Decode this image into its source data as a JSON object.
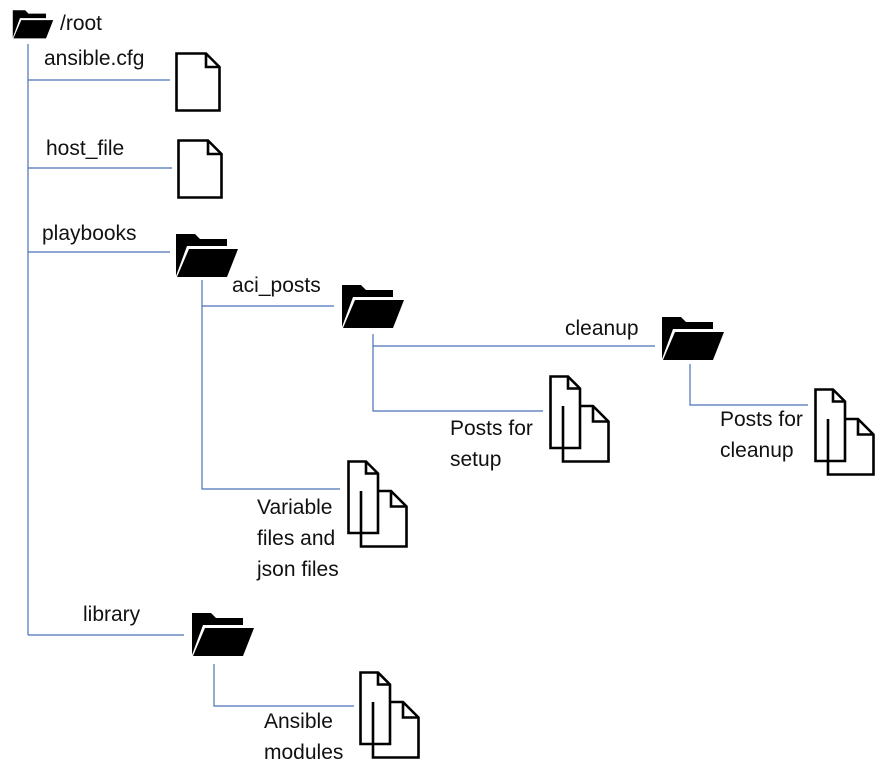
{
  "root": {
    "label": "/root",
    "icon": "folder-open-icon"
  },
  "items": {
    "ansible_cfg": {
      "label": "ansible.cfg",
      "icon": "file-icon"
    },
    "host_file": {
      "label": "host_file",
      "icon": "file-icon"
    },
    "playbooks": {
      "label": "playbooks",
      "icon": "folder-open-icon"
    },
    "aci_posts": {
      "label": "aci_posts",
      "icon": "folder-open-icon"
    },
    "cleanup": {
      "label": "cleanup",
      "icon": "folder-open-icon"
    },
    "posts_for_setup": {
      "label": "Posts for\nsetup",
      "icon": "multiple-files-icon"
    },
    "posts_for_cleanup": {
      "label": "Posts for\ncleanup",
      "icon": "multiple-files-icon"
    },
    "variable_files": {
      "label": "Variable\nfiles and\njson files",
      "icon": "multiple-files-icon"
    },
    "library": {
      "label": "library",
      "icon": "folder-open-icon"
    },
    "ansible_modules": {
      "label": "Ansible\nmodules",
      "icon": "multiple-files-icon"
    }
  },
  "colors": {
    "connector": "#4a72b8",
    "icon_fill": "#000000",
    "text": "#111111"
  }
}
